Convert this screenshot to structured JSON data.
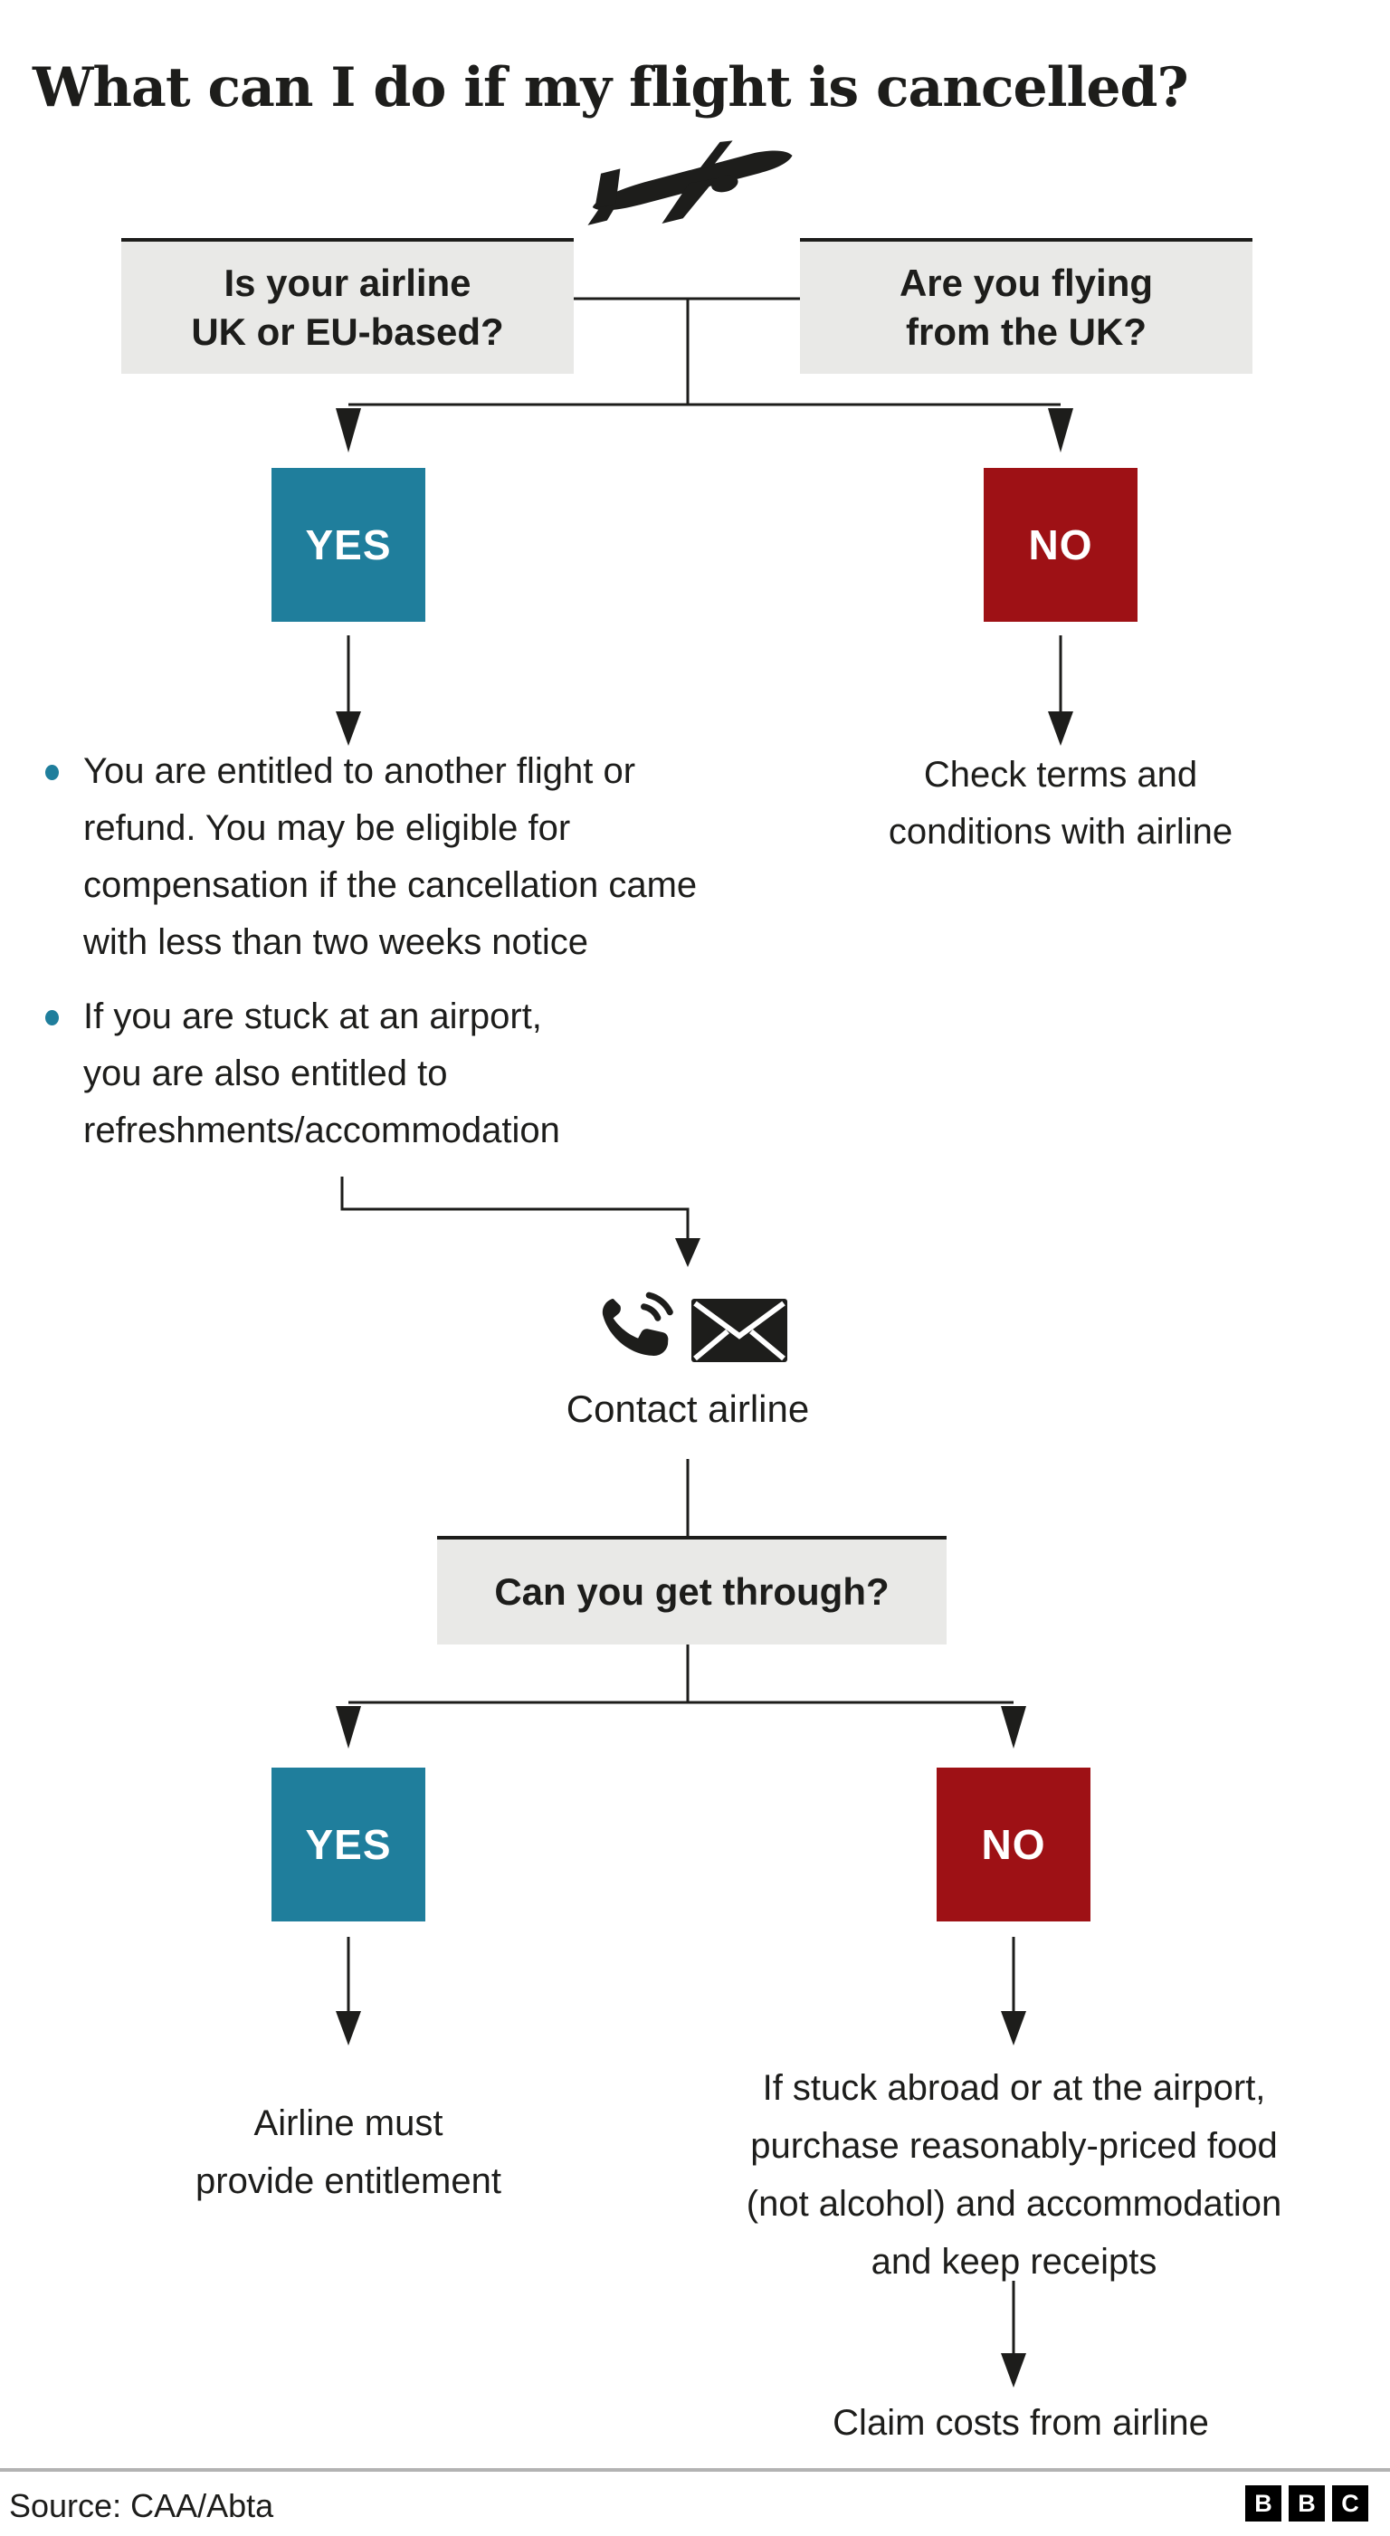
{
  "header": {
    "title": "What can I do if my flight is cancelled?"
  },
  "flow": {
    "question_left": {
      "lines": [
        "Is your airline",
        "UK or EU-based?"
      ]
    },
    "question_right": {
      "lines": [
        "Are you flying",
        "from the UK?"
      ]
    },
    "yes_label": "YES",
    "no_label": "NO",
    "bullets": [
      {
        "lines": [
          "You are entitled to another flight or",
          "refund. You may be eligible for",
          "compensation if the cancellation came",
          "with less than two weeks notice"
        ]
      },
      {
        "lines": [
          "If you are stuck at an airport,",
          "you are also entitled to",
          "refreshments/accommodation"
        ]
      }
    ],
    "no_branch": {
      "lines": [
        "Check terms and",
        "conditions with airline"
      ]
    },
    "contact_label": "Contact airline",
    "question_mid": "Can you get through?",
    "yes2_result": {
      "lines": [
        "Airline must",
        "provide entitlement"
      ]
    },
    "no2_result": {
      "lines": [
        "If stuck abroad or at the airport,",
        "purchase reasonably-priced food",
        "(not alcohol) and accommodation",
        "and keep receipts"
      ]
    },
    "claim_label": "Claim costs from airline"
  },
  "icons": {
    "plane": "plane-icon",
    "phone": "phone-icon",
    "envelope": "envelope-icon"
  },
  "colors": {
    "yes": "#1f7e9c",
    "no": "#9e1115",
    "box_gray": "#e9e9e7",
    "line": "#1d1d1b",
    "bullet": "#1f7e9c",
    "divider": "#b3b3b3"
  },
  "footer": {
    "source": "Source: CAA/Abta",
    "logo": [
      "B",
      "B",
      "C"
    ]
  }
}
